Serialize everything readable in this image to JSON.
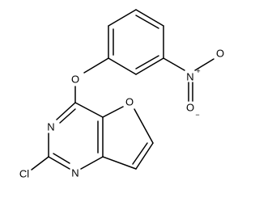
{
  "molecule": {
    "atoms": {
      "o_ether": "O",
      "n_nitro": "N",
      "charge_plus": "+",
      "o_nitro_top": "O",
      "o_nitro_bottom": "O",
      "charge_minus": "−",
      "o_furan": "O",
      "n3": "N",
      "n1": "N",
      "cl": "Cl"
    },
    "colors": {
      "bond": "#000000",
      "label": "#000000",
      "background": "#ffffff"
    }
  }
}
